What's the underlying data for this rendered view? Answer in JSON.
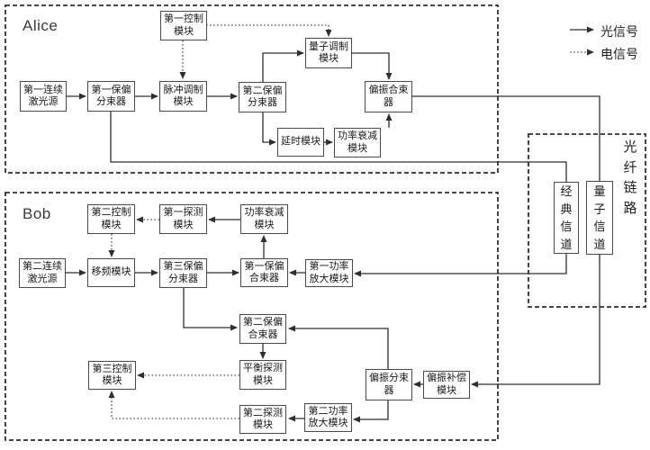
{
  "legend": {
    "optical": "光信号",
    "electrical": "电信号"
  },
  "alice": {
    "title": "Alice",
    "nodes": {
      "laser1": "第一连续激光源",
      "pbs1": "第一保偏分束器",
      "pulse_mod": "脉冲调制模块",
      "ctrl1": "第一控制模块",
      "pbs2": "第二保偏分束器",
      "quantum_mod": "量子调制模块",
      "pol_combiner": "偏振合束器",
      "delay": "延时模块",
      "attenuator": "功率衰减模块"
    }
  },
  "bob": {
    "title": "Bob",
    "nodes": {
      "ctrl2": "第二控制模块",
      "det1": "第一探测模块",
      "attenuator": "功率衰减模块",
      "laser2": "第二连续激光源",
      "freq_shift": "移频模块",
      "pbs3": "第三保偏分束器",
      "pol_combiner1": "第一保偏合束器",
      "amp1": "第一功率放大模块",
      "pol_combiner2": "第二保偏合束器",
      "balanced_det": "平衡探测模块",
      "ctrl3": "第三控制模块",
      "det2": "第二探测模块",
      "amp2": "第二功率放大模块",
      "pol_splitter": "偏振分束器",
      "pol_comp": "偏振补偿模块"
    }
  },
  "fiber_link": {
    "title": "光纤链路",
    "classical": "经典信道",
    "quantum": "量子信道"
  },
  "colors": {
    "ink": "#2f2f2f",
    "background": "#ffffff"
  }
}
